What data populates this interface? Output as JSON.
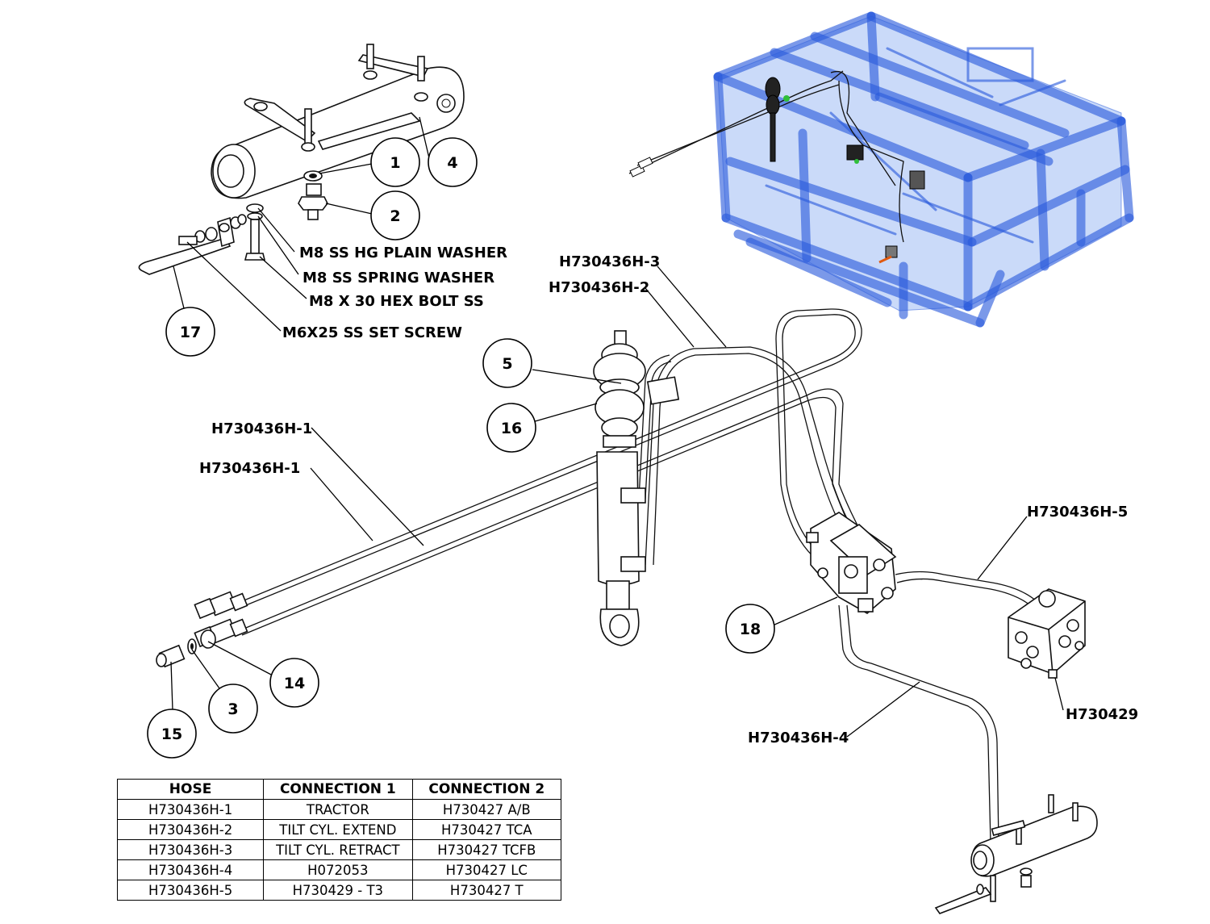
{
  "callouts": {
    "b1": "1",
    "b2": "2",
    "b3": "3",
    "b4": "4",
    "b5": "5",
    "b14": "14",
    "b15": "15",
    "b16": "16",
    "b17": "17",
    "b18": "18"
  },
  "labels": {
    "plain_washer": "M8 SS HG PLAIN WASHER",
    "spring_washer": "M8 SS SPRING WASHER",
    "hex_bolt": "M8 X 30 HEX BOLT SS",
    "set_screw": "M6X25 SS SET SCREW",
    "hose3": "H730436H-3",
    "hose2": "H730436H-2",
    "hose1a": "H730436H-1",
    "hose1b": "H730436H-1",
    "hose5": "H730436H-5",
    "hose4": "H730436H-4",
    "valve": "H730429"
  },
  "table": {
    "headers": [
      "HOSE",
      "CONNECTION 1",
      "CONNECTION 2"
    ],
    "rows": [
      [
        "H730436H-1",
        "TRACTOR",
        "H730427 A/B"
      ],
      [
        "H730436H-2",
        "TILT CYL. EXTEND",
        "H730427 TCA"
      ],
      [
        "H730436H-3",
        "TILT CYL. RETRACT",
        "H730427 TCFB"
      ],
      [
        "H730436H-4",
        "H072053",
        "H730427 LC"
      ],
      [
        "H730436H-5",
        "H730429 - T3",
        "H730427 T"
      ]
    ]
  },
  "colors": {
    "frame_blue": "#2a5bdc",
    "line": "#000000"
  }
}
